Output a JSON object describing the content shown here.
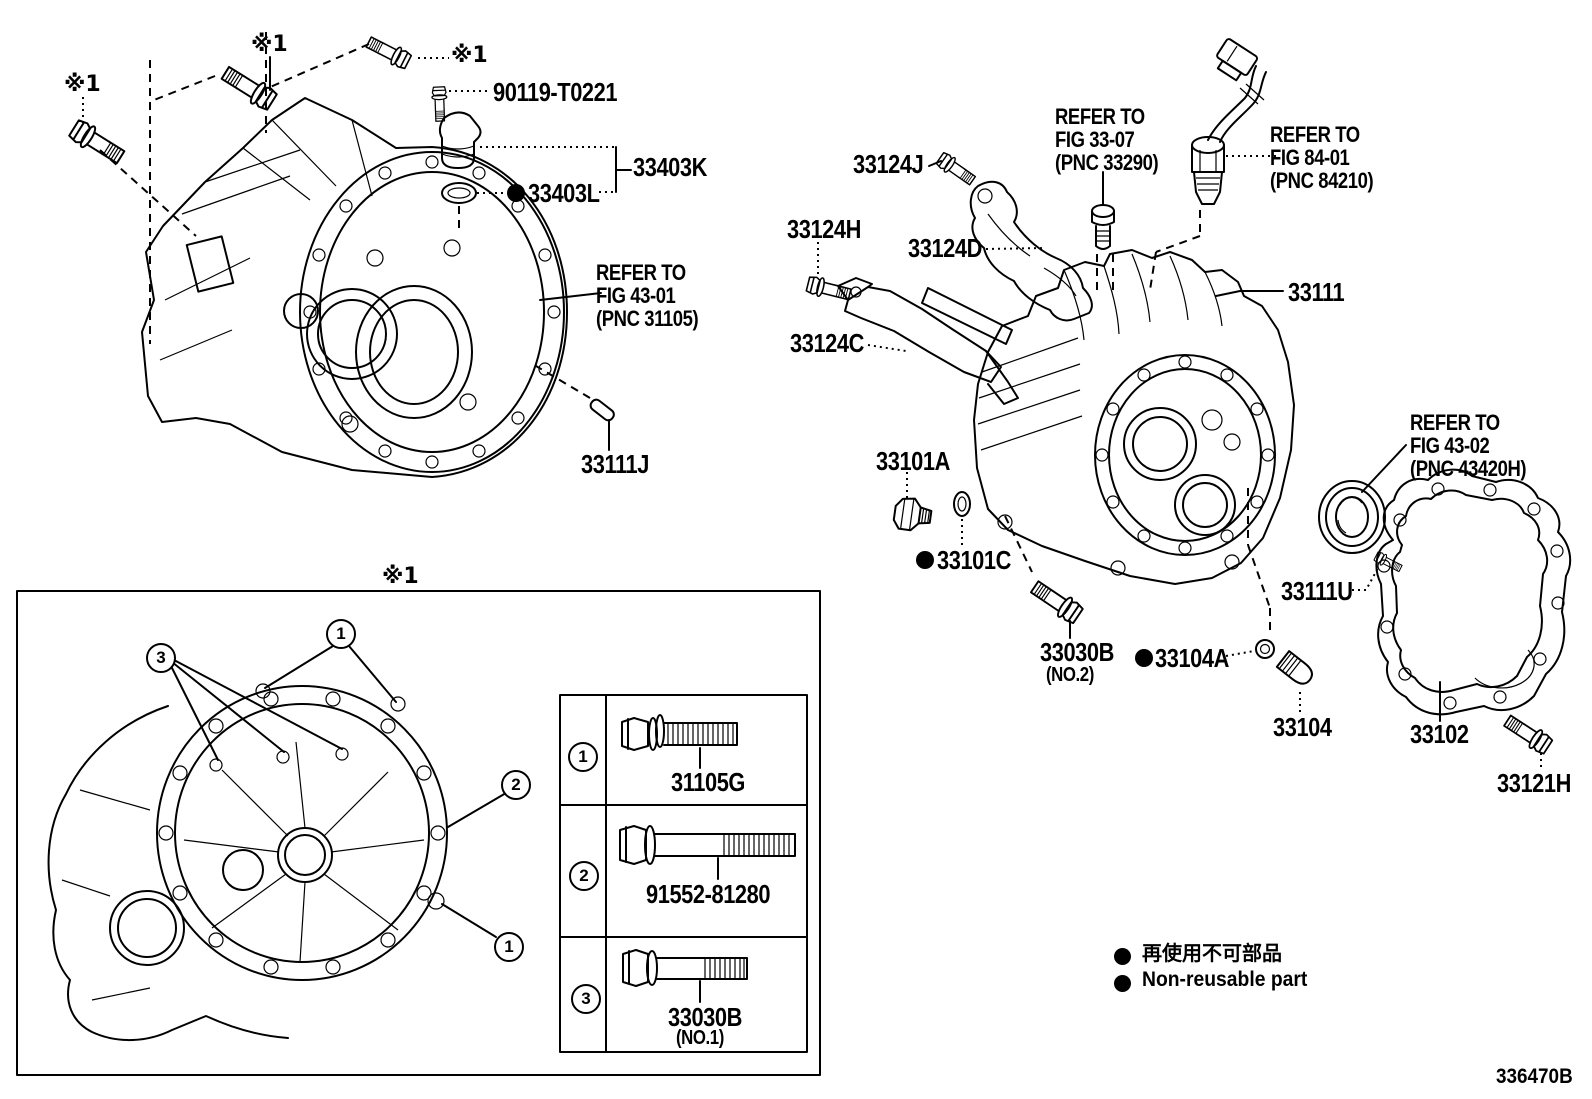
{
  "figure": {
    "code": "336470B"
  },
  "note_marker": "※1",
  "labels": {
    "p90119": "90119-T0221",
    "p33403K": "33403K",
    "p33403L": "33403L",
    "p33111J": "33111J",
    "p33124J": "33124J",
    "p33124H": "33124H",
    "p33124D": "33124D",
    "p33124C": "33124C",
    "p33111": "33111",
    "p33101A": "33101A",
    "p33101C": "33101C",
    "p33111U": "33111U",
    "p33030B_no2": "33030B",
    "p33030B_no2_note": "(NO.2)",
    "p33104A": "33104A",
    "p33104": "33104",
    "p33102": "33102",
    "p33121H": "33121H"
  },
  "references": {
    "fig4301": {
      "line1": "REFER TO",
      "line2": "FIG 43-01",
      "line3": "(PNC 31105)"
    },
    "fig3307": {
      "line1": "REFER TO",
      "line2": "FIG 33-07",
      "line3": "(PNC 33290)"
    },
    "fig8401": {
      "line1": "REFER TO",
      "line2": "FIG 84-01",
      "line3": "(PNC 84210)"
    },
    "fig4302": {
      "line1": "REFER TO",
      "line2": "FIG 43-02",
      "line3": "(PNC 43420H)"
    }
  },
  "callouts": {
    "c1": "1",
    "c2": "2",
    "c3": "3"
  },
  "bolt_table": {
    "rows": [
      {
        "num": "1",
        "part": "31105G",
        "note": ""
      },
      {
        "num": "2",
        "part": "91552-81280",
        "note": ""
      },
      {
        "num": "3",
        "part": "33030B",
        "note": "(NO.1)"
      }
    ]
  },
  "legend": {
    "jp": "再使用不可部品",
    "en": "Non-reusable part"
  }
}
